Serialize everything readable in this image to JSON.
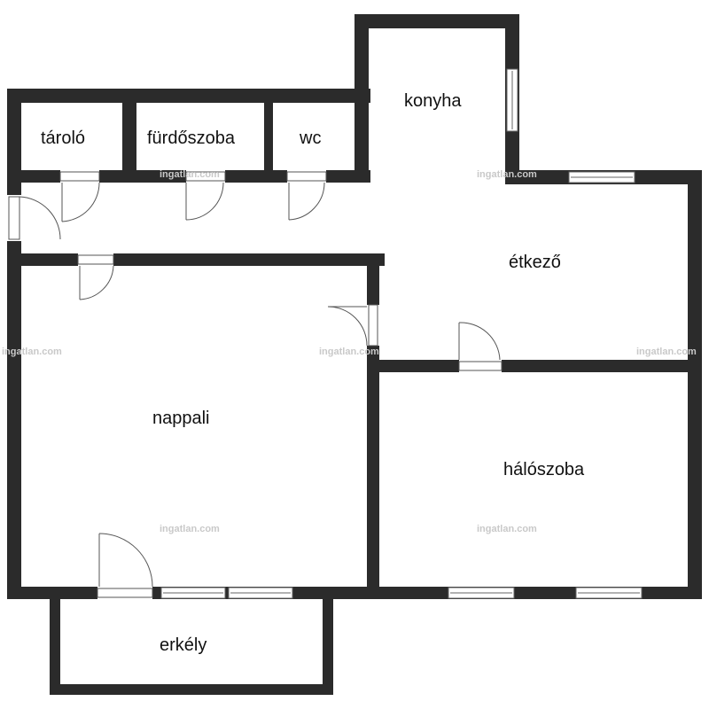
{
  "floor_plan": {
    "rooms": {
      "taroló": "tároló",
      "furdoszoba": "fürdőszoba",
      "wc": "wc",
      "konyha": "konyha",
      "etkezo": "étkező",
      "nappali": "nappali",
      "haloszoba": "hálószoba",
      "erkely": "erkély"
    },
    "watermark": "ingatlan.com"
  },
  "colors": {
    "wall": "#2b2b2b",
    "background": "#ffffff",
    "watermark": "#c9c9c9"
  }
}
